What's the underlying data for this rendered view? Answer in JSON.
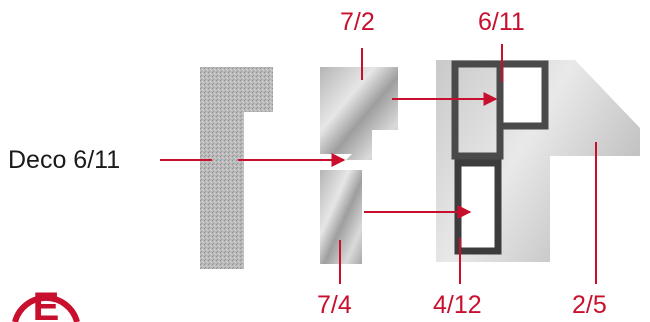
{
  "labels": {
    "deco": "Deco 6/11",
    "top_left": "7/2",
    "top_right": "6/11",
    "bottom_left": "7/4",
    "bottom_mid": "4/12",
    "bottom_right": "2/5"
  },
  "logo": {
    "letter": "E"
  },
  "colors": {
    "accent": "#c8102e",
    "label_dark": "#1a1a1a",
    "frame": "#4a4a4a"
  }
}
